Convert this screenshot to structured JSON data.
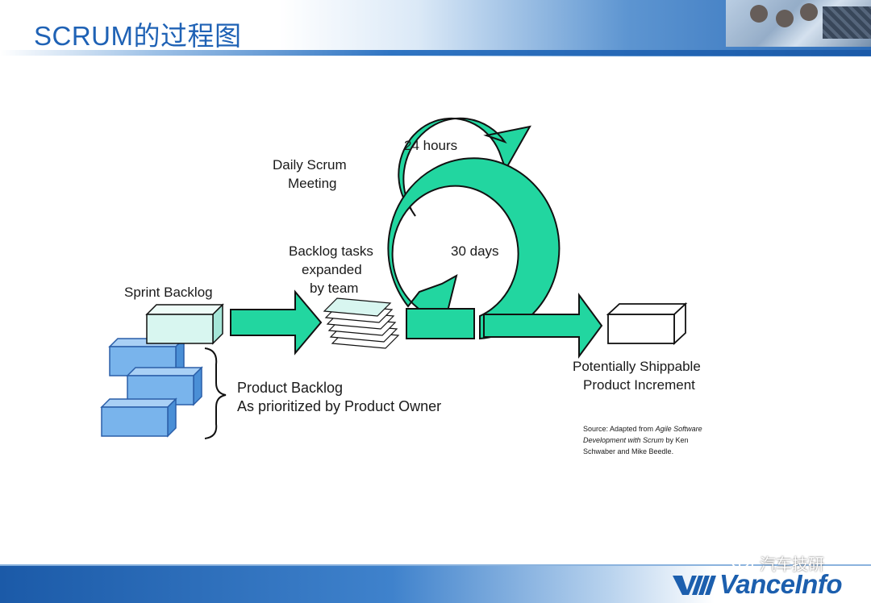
{
  "slide": {
    "title": "SCRUM的过程图"
  },
  "diagram": {
    "daily_scrum": [
      "Daily Scrum",
      "Meeting"
    ],
    "cycle_daily": "24 hours",
    "cycle_sprint": "30 days",
    "backlog_tasks": [
      "Backlog tasks",
      "expanded",
      "by team"
    ],
    "sprint_backlog": "Sprint Backlog",
    "product_backlog": [
      "Product Backlog",
      "As prioritized by Product Owner"
    ],
    "increment": [
      "Potentially Shippable",
      "Product Increment"
    ],
    "source": {
      "line1_plain": "Source: Adapted from ",
      "line1_italic": "Agile Software",
      "line2_italic": "Development with Scrum",
      "line2_plain": " by Ken",
      "line3": "Schwaber and Mike Beedle."
    },
    "colors": {
      "arrow_fill": "#22d6a0",
      "outline": "#111111",
      "box_blue": "#79b4ec",
      "sprint_box": "#d8f6f0"
    }
  },
  "footer": {
    "wechat_label": "汽车技研",
    "logo_text": "VanceInfo"
  }
}
